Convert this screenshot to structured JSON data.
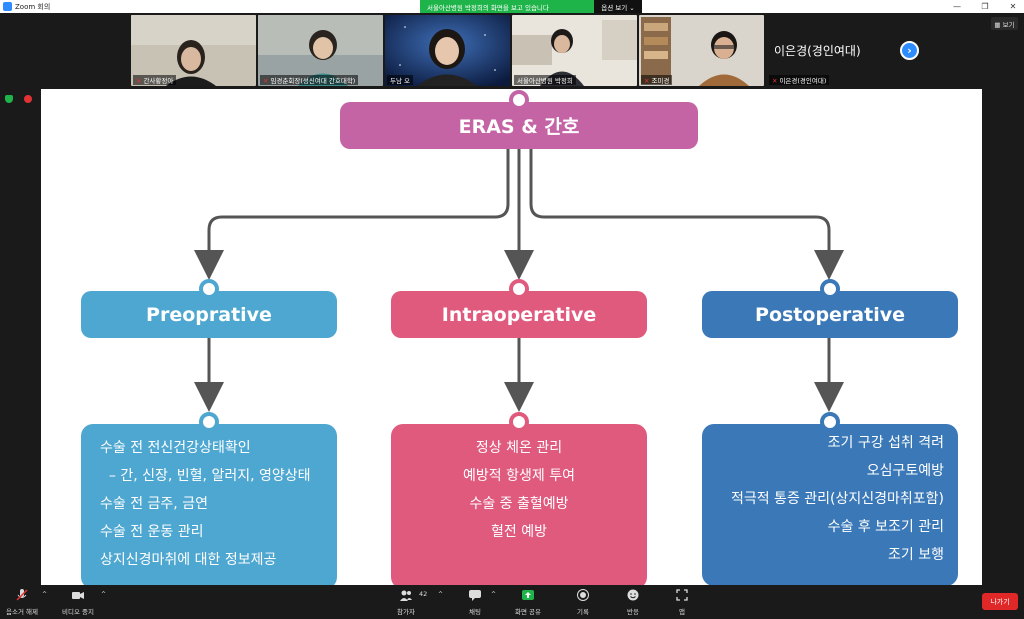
{
  "window": {
    "title": "Zoom 회의",
    "share_banner": "서울아산병원 박정희의 화면을 보고 있습니다",
    "share_options": "옵션 보기 ⌄",
    "view_label": "▦ 보기",
    "controls": [
      "—",
      "❐",
      "✕"
    ]
  },
  "participants": [
    {
      "name": "간사황정아",
      "muted": true
    },
    {
      "name": "임경춘회장(성신여대 간호대학)",
      "muted": true
    },
    {
      "name": "두남 오",
      "muted": false
    },
    {
      "name": "서울아산병원 박정희",
      "muted": false
    },
    {
      "name": "조미경",
      "muted": true
    },
    {
      "name": "이은경(경인여대)",
      "muted": true
    }
  ],
  "active_speaker": {
    "big_name": "이은경(경인여대)"
  },
  "slide": {
    "title": "ERAS  & 간호",
    "columns": [
      {
        "heading": "Preoprative",
        "color": "#4ea7d1",
        "lines": [
          "수술 전 전신건강상태확인",
          "  – 간, 신장, 빈혈, 알러지, 영양상태",
          "수술 전 금주, 금연",
          "수술 전 운동 관리",
          "상지신경마취에 대한 정보제공"
        ]
      },
      {
        "heading": "Intraoperative",
        "color": "#e05a7e",
        "lines": [
          "정상 체온 관리",
          "예방적 항생제 투여",
          "수술 중 출혈예방",
          "혈전 예방"
        ]
      },
      {
        "heading": "Postoperative",
        "color": "#3a78b8",
        "lines": [
          "조기 구강 섭취 격려",
          "오심구토예방",
          "적극적 통증 관리(상지신경마취포함)",
          "수술 후 보조기 관리",
          "조기 보행"
        ]
      }
    ],
    "colors": {
      "title_box": "#c564a5",
      "arrow": "#555555"
    }
  },
  "toolbar": {
    "mute_label": "음소거 해제",
    "video_label": "비디오 중지",
    "participants_label": "참가자",
    "participants_count": "42",
    "chat_label": "채팅",
    "share_label": "화면 공유",
    "record_label": "기록",
    "reactions_label": "반응",
    "apps_label": "앱",
    "leave_label": "나가기"
  }
}
